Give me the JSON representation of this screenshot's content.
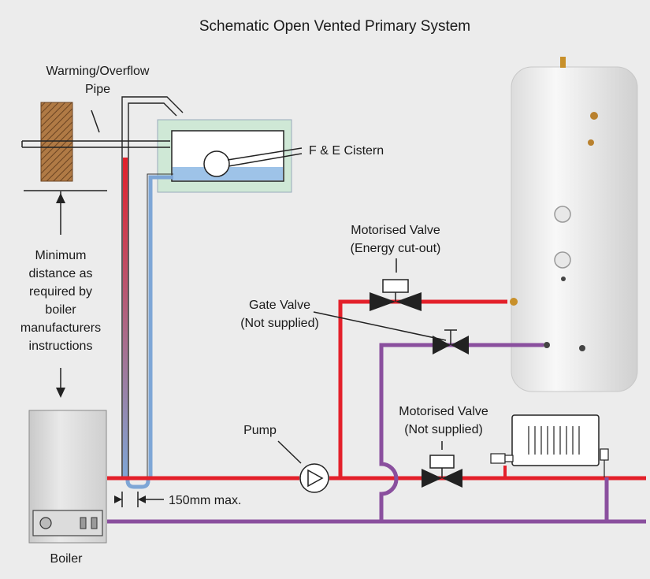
{
  "title": "Schematic Open Vented Primary System",
  "labels": {
    "overflow_line1": "Warming/Overflow",
    "overflow_line2": "Pipe",
    "cistern": "F & E Cistern",
    "min_dist_line1": "Minimum",
    "min_dist_line2": "distance as",
    "min_dist_line3": "required by",
    "min_dist_line4": "boiler",
    "min_dist_line5": "manufacturers",
    "min_dist_line6": "instructions",
    "motorised_top_line1": "Motorised Valve",
    "motorised_top_line2": "(Energy cut-out)",
    "gate_line1": "Gate Valve",
    "gate_line2": "(Not supplied)",
    "motorised_bottom_line1": "Motorised Valve",
    "motorised_bottom_line2": "(Not supplied)",
    "pump": "Pump",
    "max_dist": "150mm max.",
    "boiler": "Boiler"
  },
  "colors": {
    "background": "#ececec",
    "flow_pipe": "#e3202a",
    "return_pipe": "#8a4f9e",
    "cold_feed": "#7ea6d6",
    "water": "#9ec3e8",
    "cistern_surround": "#cfe8d6",
    "cylinder": "#f4f4f4"
  }
}
